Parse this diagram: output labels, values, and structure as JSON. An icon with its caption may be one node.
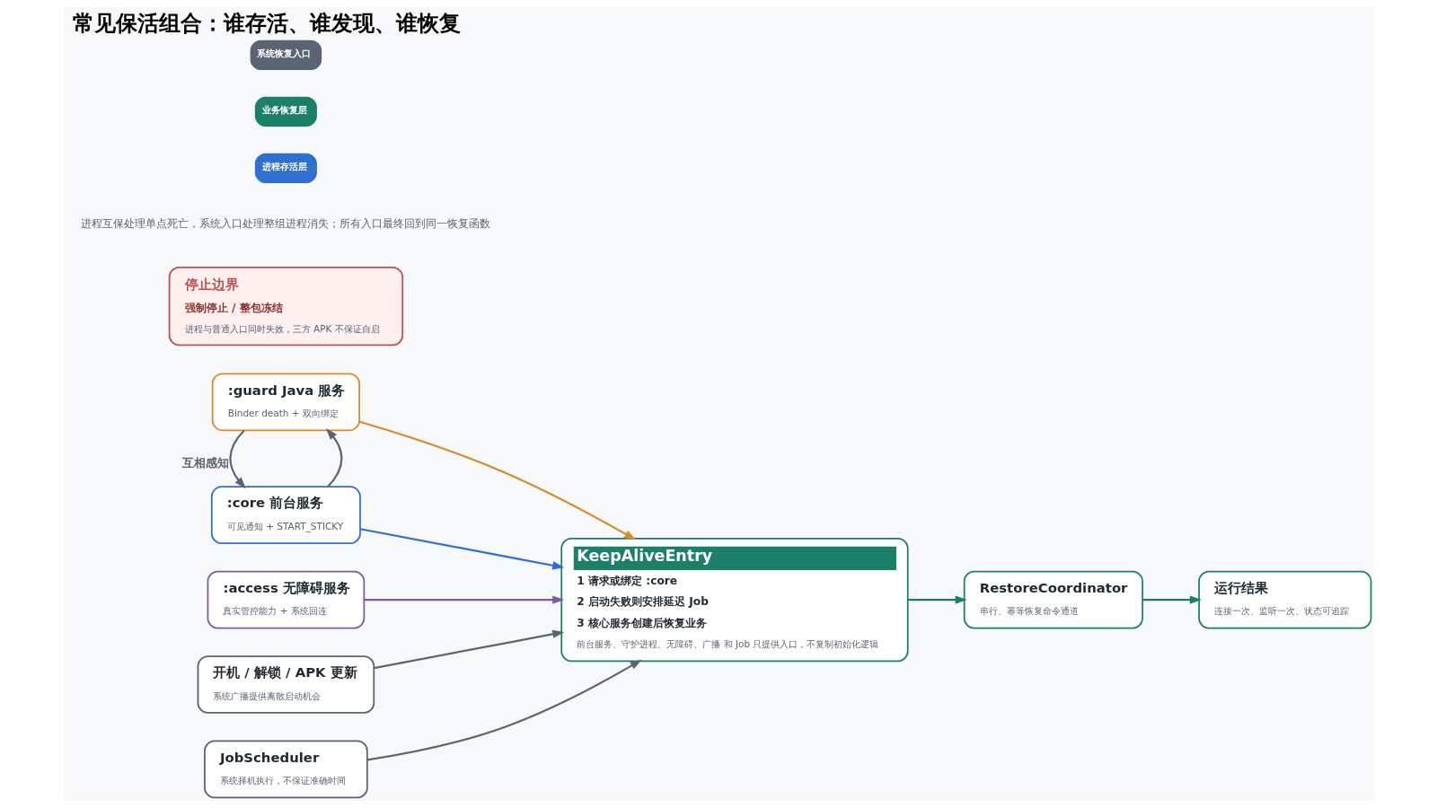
{
  "diagram": {
    "title": "常见保活组合：谁存活、谁发现、谁恢复",
    "nodes": [
      {
        "text": [
          ":core 前台服务",
          "可见通知 + START_STICKY"
        ]
      },
      {
        "text": [
          ":guard Java 服务",
          "Binder death + 双向绑定"
        ]
      },
      {
        "text": [
          ":access 无障碍服务",
          "真实管控能力 + 系统回连"
        ]
      },
      {
        "text": [
          "KeepAliveEntry",
          "1 请求或绑定 :core",
          "2 启动失败则安排延迟 Job",
          "3 核心服务创建后恢复业务",
          "前台服务、守护进程、无障碍、广播 和 Job 只提供入口，不复制初始化逻辑"
        ]
      },
      {
        "text": [
          "RestoreCoordinator",
          "串行、幂等恢复命令通道"
        ]
      },
      {
        "text": [
          "运行结果",
          "连接一次、监听一次、状态可追踪"
        ]
      },
      {
        "text": [
          "开机 / 解锁 / APK 更新",
          "系统广播提供离散启动机会"
        ]
      },
      {
        "text": [
          "JobScheduler",
          "系统择机执行，不保证准确时间"
        ]
      },
      {
        "text": [
          "停止边界",
          "强制停止 / 整包冻结",
          "进程与普通入口同时失效，三方 APK 不保证自启"
        ]
      }
    ],
    "edges": [
      {
        "from": 0,
        "to": 3,
        "arrow": "to",
        "color": "#2f6fd0"
      },
      {
        "from": 1,
        "to": 3,
        "arrow": "to",
        "color": "#d98a2b"
      },
      {
        "from": 2,
        "to": 3,
        "arrow": "to",
        "color": "#7d5aa8"
      },
      {
        "from": 0,
        "to": 1,
        "arrow": "to"
      },
      {
        "from": 1,
        "to": 0,
        "arrow": "to",
        "label": "互相感知"
      },
      {
        "from": 3,
        "to": 4,
        "arrow": "to",
        "color": "#1a8068"
      },
      {
        "from": 4,
        "to": 5,
        "arrow": "to",
        "color": "#1a8068"
      },
      {
        "from": 6,
        "to": 3,
        "arrow": "to"
      },
      {
        "from": 7,
        "to": 3,
        "arrow": "to"
      }
    ],
    "labels": [
      "进程互保处理单点死亡，系统入口处理整组进程消失；所有入口最终回到同一恢复函数",
      "进程存活层",
      "业务恢复层",
      "系统恢复入口"
    ]
  }
}
